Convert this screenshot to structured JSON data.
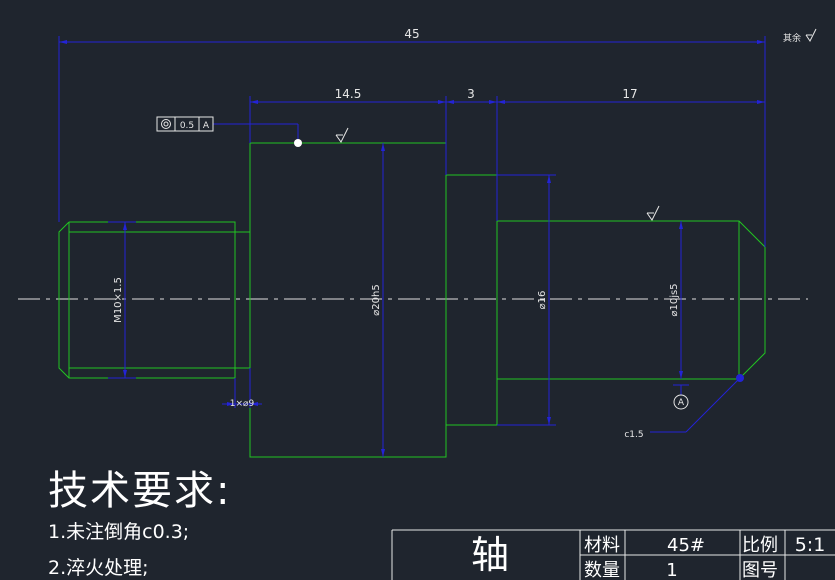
{
  "drawing": {
    "overall_length": "45",
    "seg1_length": "14.5",
    "seg2_length": "3",
    "seg3_length": "17",
    "rest_roughness": "其余",
    "thread_label": "M10×1.5",
    "dia_main": "⌀20h5",
    "dia_groove": "⌀16",
    "dia_shaft": "⌀10js5",
    "undercut_label": "1×⌀9",
    "chamfer_label": "c1.5",
    "datum_letter": "A",
    "runout_value": "0.5",
    "runout_datum": "A"
  },
  "requirements": {
    "title": "技术要求:",
    "items": [
      "1.未注倒角c0.3;",
      "2.淬火处理;"
    ]
  },
  "title_block": {
    "part_name": "轴",
    "material_label": "材料",
    "material_value": "45#",
    "scale_label": "比例",
    "scale_value": "5:1",
    "quantity_label": "数量",
    "quantity_value": "1",
    "drawing_no_label": "图号"
  },
  "colors": {
    "outline": "#22c422",
    "dimension": "#2323d6",
    "text": "#ffffff",
    "background": "#1f252e"
  }
}
